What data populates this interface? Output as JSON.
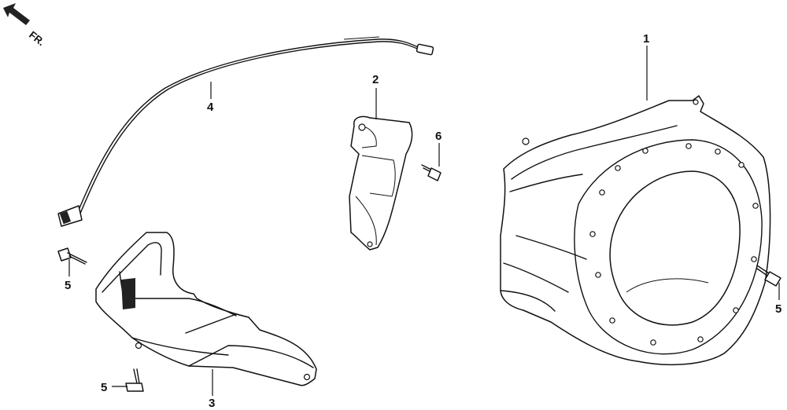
{
  "direction_label": "FR.",
  "callouts": {
    "fan_cover": "1",
    "cover_plate": "2",
    "shroud": "3",
    "wire": "4",
    "bolt_left": "5",
    "bolt_bottom": "5",
    "bolt_right": "5",
    "bolt_small": "6"
  }
}
